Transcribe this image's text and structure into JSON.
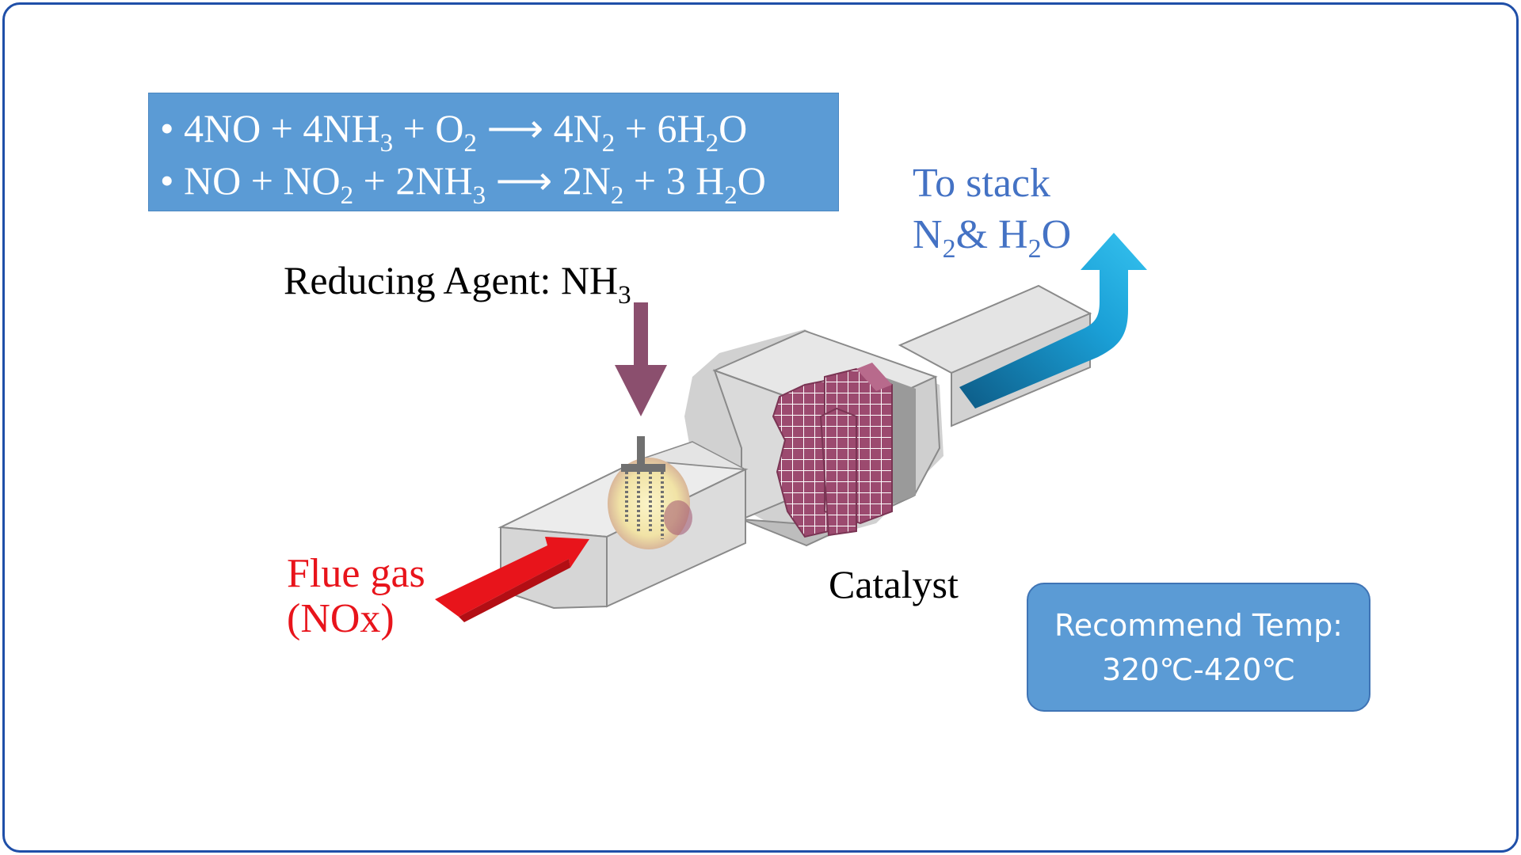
{
  "equations": {
    "bullet": "•",
    "eq1": {
      "a": "4NO + 4NH",
      "a_sub": "3",
      "b": " + O",
      "b_sub": "2",
      "c": "  ⟶ 4N",
      "c_sub": "2",
      "d": " + 6H",
      "d_sub": "2",
      "e": "O"
    },
    "eq2": {
      "a": "NO + NO",
      "a_sub": "2",
      "b": " + 2NH",
      "b_sub": "3",
      "c": " ⟶ 2N",
      "c_sub": "2",
      "d": " + 3 H",
      "d_sub": "2",
      "e": "O"
    }
  },
  "reducing_agent": {
    "label": "Reducing Agent:  NH",
    "sub": "3"
  },
  "to_stack": {
    "line1": "To stack",
    "line2_a": "N",
    "line2_sub": "2",
    "line2_b": "& H",
    "line2_sub2": "2",
    "line2_c": "O"
  },
  "flue_gas": {
    "line1": "Flue gas",
    "line2": "(NOx)"
  },
  "catalyst_label": "Catalyst",
  "recommend_temp": {
    "line1": "Recommend Temp:",
    "line2": "320℃-420℃"
  },
  "icons": [
    "flue-gas-arrow",
    "ammonia-injection-arrow",
    "exhaust-arrow",
    "catalyst-honeycomb",
    "injection-grid"
  ],
  "colors": {
    "frame": "#1f4fa8",
    "equation_box": "#5b9bd5",
    "flue_gas_text": "#e8141b",
    "stack_text": "#4472c4",
    "nh3_arrow": "#8b4f6e",
    "catalyst": "#9c4a6f",
    "exhaust_arrow": "#1aa3d9"
  }
}
